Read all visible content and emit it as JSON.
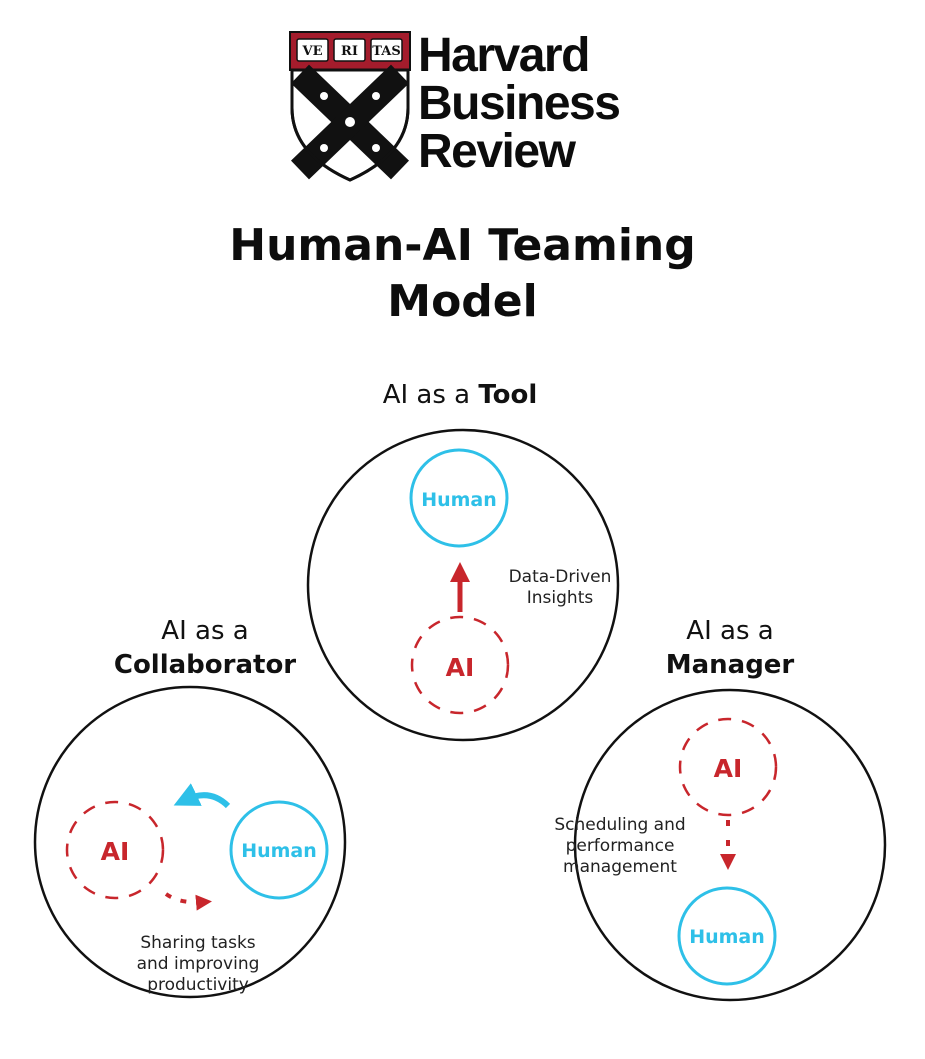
{
  "brand": {
    "lines": [
      "Harvard",
      "Business",
      "Review"
    ],
    "shield_motto": [
      "VE",
      "RI",
      "TAS"
    ]
  },
  "title": {
    "line1": "Human-AI Teaming",
    "line2": "Model"
  },
  "colors": {
    "ai_red": "#c8262c",
    "human_cyan": "#2ec0e8",
    "outline_black": "#111111",
    "shield_crimson": "#a41c2c"
  },
  "modes": {
    "tool": {
      "label_prefix": "AI as a",
      "label_emphasis": "Tool",
      "top_node": "Human",
      "bottom_node": "AI",
      "description": [
        "Data-Driven",
        "Insights"
      ]
    },
    "collaborator": {
      "label_prefix": "AI as a",
      "label_emphasis": "Collaborator",
      "left_node": "AI",
      "right_node": "Human",
      "description": [
        "Sharing tasks",
        "and improving",
        "productivity"
      ]
    },
    "manager": {
      "label_prefix": "AI as a",
      "label_emphasis": "Manager",
      "top_node": "AI",
      "bottom_node": "Human",
      "description": [
        "Scheduling and",
        "performance",
        "management"
      ]
    }
  }
}
